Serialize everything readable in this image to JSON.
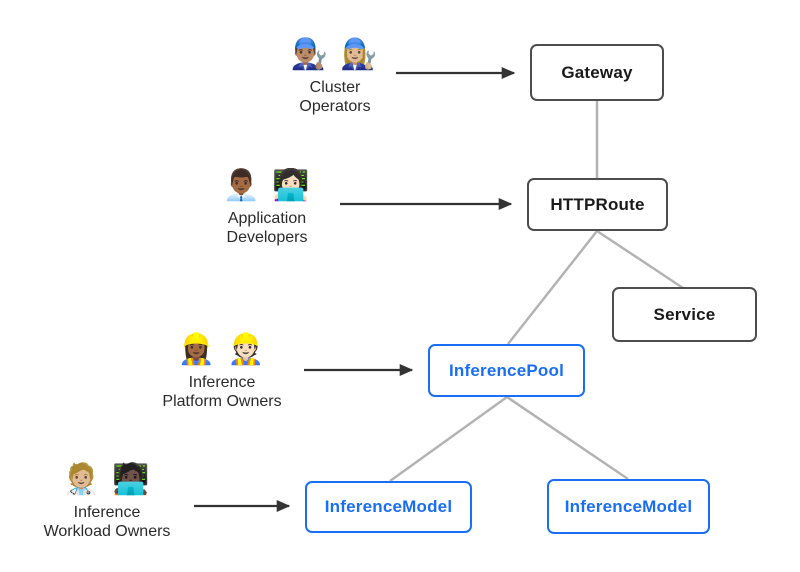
{
  "diagram": {
    "type": "resource-model-diagram",
    "colors": {
      "node_border_dark": "#4d4d4d",
      "node_border_blue": "#1a6ef5",
      "node_text_dark": "#1a1a1a",
      "node_text_blue": "#1a6ef5",
      "connector_gray": "#b3b3b3",
      "arrow_black": "#333333",
      "background": "#ffffff"
    },
    "actors": [
      {
        "id": "cluster-operators",
        "emojis": "👨🏽‍🔧 👩🏼‍🔧",
        "label": "Cluster\nOperators"
      },
      {
        "id": "application-developers",
        "emojis": "👨🏾‍💼 👩🏻‍💻",
        "label": "Application\nDevelopers"
      },
      {
        "id": "inference-platform-owners",
        "emojis": "👷🏾‍♀️ 👷🏻",
        "label": "Inference\nPlatform Owners"
      },
      {
        "id": "inference-workload-owners",
        "emojis": "🧑🏼‍⚕️ 🧑🏿‍💻",
        "label": "Inference\nWorkload Owners"
      }
    ],
    "nodes": [
      {
        "id": "gateway",
        "label": "Gateway",
        "style": "dark"
      },
      {
        "id": "httproute",
        "label": "HTTPRoute",
        "style": "dark"
      },
      {
        "id": "service",
        "label": "Service",
        "style": "dark"
      },
      {
        "id": "inferencepool",
        "label": "InferencePool",
        "style": "blue"
      },
      {
        "id": "inferencemodel-1",
        "label": "InferenceModel",
        "style": "blue"
      },
      {
        "id": "inferencemodel-2",
        "label": "InferenceModel",
        "style": "blue"
      }
    ],
    "edges": [
      {
        "from": "cluster-operators",
        "to": "gateway",
        "kind": "arrow"
      },
      {
        "from": "application-developers",
        "to": "httproute",
        "kind": "arrow"
      },
      {
        "from": "inference-platform-owners",
        "to": "inferencepool",
        "kind": "arrow"
      },
      {
        "from": "inference-workload-owners",
        "to": "inferencemodel-1",
        "kind": "arrow"
      },
      {
        "from": "gateway",
        "to": "httproute",
        "kind": "line"
      },
      {
        "from": "httproute",
        "to": "inferencepool",
        "kind": "line"
      },
      {
        "from": "httproute",
        "to": "service",
        "kind": "line"
      },
      {
        "from": "inferencepool",
        "to": "inferencemodel-1",
        "kind": "line"
      },
      {
        "from": "inferencepool",
        "to": "inferencemodel-2",
        "kind": "line"
      }
    ]
  }
}
